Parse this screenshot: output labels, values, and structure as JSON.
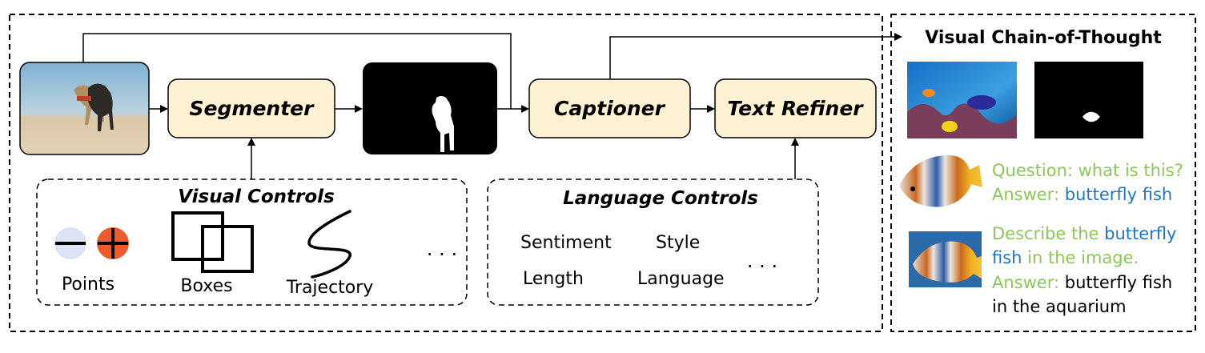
{
  "pipeline": {
    "segmenter_label": "Segmenter",
    "captioner_label": "Captioner",
    "text_refiner_label": "Text Refiner"
  },
  "visual_controls": {
    "title": "Visual Controls",
    "points_label": "Points",
    "boxes_label": "Boxes",
    "trajectory_label": "Trajectory",
    "ellipsis": "· · ·"
  },
  "language_controls": {
    "title": "Language Controls",
    "sentiment_label": "Sentiment",
    "style_label": "Style",
    "length_label": "Length",
    "language_label": "Language",
    "ellipsis": "· · ·"
  },
  "visual_cot": {
    "title": "Visual Chain-of-Thought",
    "qa1_question_line": "Question: what is this?",
    "qa1_answer_prefix": "Answer: ",
    "qa1_answer_value": "butterfly fish",
    "qa2_line1_prefix": "Describe the ",
    "qa2_line1_highlight": "butterfly",
    "qa2_line2_highlight": "fish",
    "qa2_line2_suffix": " in the image.",
    "qa2_answer_prefix": "Answer: ",
    "qa2_answer_line1": "butterfly fish",
    "qa2_answer_line2": "in the aquarium"
  },
  "colors": {
    "box_fill": "#fdf1d3",
    "green_text": "#8cc75a",
    "blue_text": "#1f77c2",
    "minus_fill": "#dbe3f4",
    "plus_fill": "#ee5a2b"
  }
}
